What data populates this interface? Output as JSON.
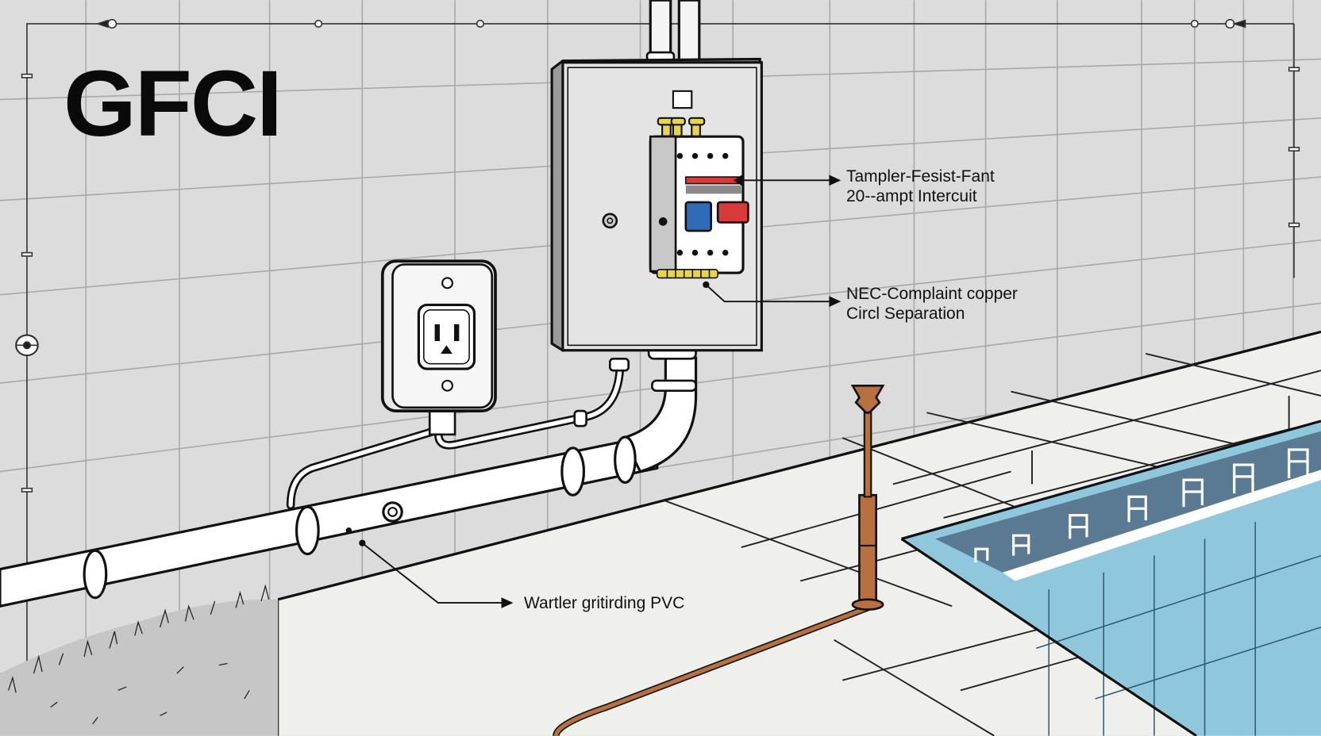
{
  "diagram": {
    "title": "GFCI",
    "callouts": [
      {
        "id": "breaker",
        "lines": [
          "Tampler-Fesist-Fant",
          "20--ampt Intercuit"
        ]
      },
      {
        "id": "bonding",
        "lines": [
          "NEC-Complaint copper",
          "Circl Separation"
        ]
      },
      {
        "id": "conduit",
        "lines": [
          "Wartler gritirding PVC"
        ]
      }
    ],
    "components": {
      "outlet": "gfci-outlet",
      "panel": "subpanel-with-breaker",
      "conduit": "pvc-conduit",
      "ground_rod": "copper-ground-rod",
      "pool": "swimming-pool"
    },
    "colors": {
      "wall": "#dcdcdc",
      "grid": "#a8a8a8",
      "deck": "#efefec",
      "pool_water": "#8fc8dc",
      "pool_tile": "#5a7a94",
      "copper": "#b8703f",
      "breaker_red": "#d83a3a",
      "breaker_blue": "#2e6cb8",
      "terminal_yellow": "#e8d44a"
    }
  }
}
